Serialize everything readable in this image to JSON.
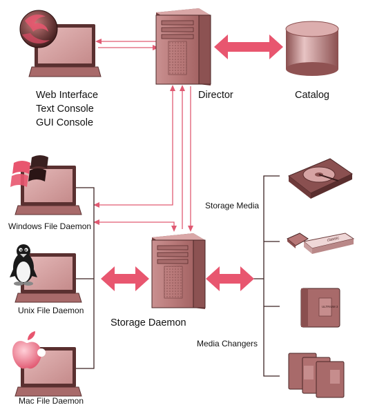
{
  "colors": {
    "arrow": "#e8566f",
    "line": "#e05a72",
    "frame": "#5a3030",
    "body": "#bf8080",
    "body_dark": "#8f5252",
    "screen": "#d7a6a6"
  },
  "labels": {
    "web_interface": "Web Interface",
    "text_console": "Text Console",
    "gui_console": "GUI Console",
    "director": "Director",
    "catalog": "Catalog",
    "windows_fd": "Windows File Daemon",
    "unix_fd": "Unix File Daemon",
    "mac_fd": "Mac File Daemon",
    "storage_daemon": "Storage Daemon",
    "storage_media": "Storage Media",
    "media_changers": "Media Changers",
    "usb_brand": "classic",
    "tape_label": "ULTRIUM 3"
  },
  "icons": [
    "firefox-icon",
    "windows-icon",
    "tux-icon",
    "apple-icon",
    "hard-disk-icon",
    "usb-stick-icon",
    "tape-cartridge-icon",
    "tape-library-icon",
    "database-icon",
    "server-tower-icon",
    "laptop-icon"
  ]
}
